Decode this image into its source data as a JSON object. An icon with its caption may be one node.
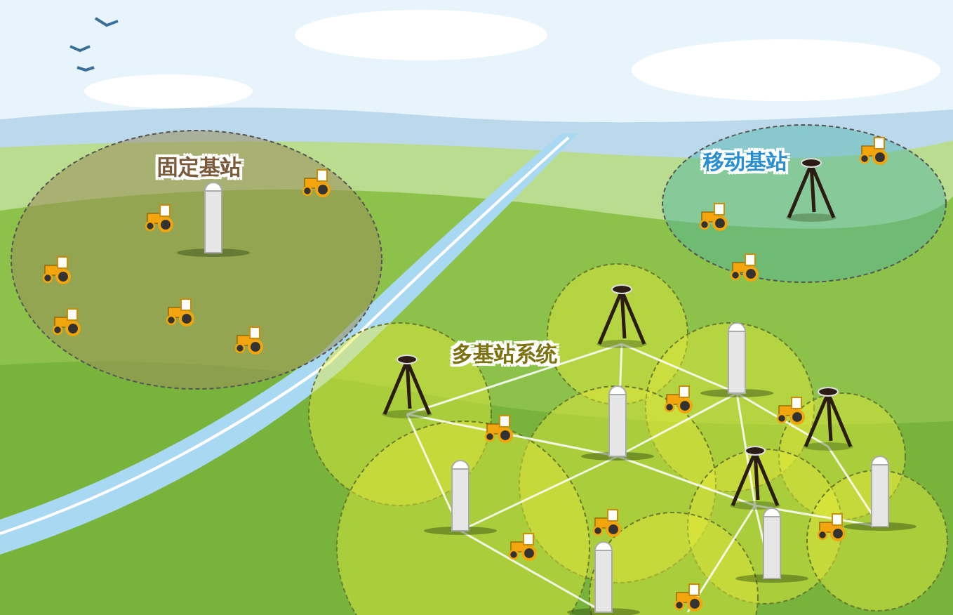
{
  "diagram": {
    "nodes": [
      {
        "text": [
          "固定基站"
        ]
      },
      {
        "text": [
          "移动基站"
        ]
      },
      {
        "text": [
          "多基站系统"
        ]
      }
    ]
  }
}
